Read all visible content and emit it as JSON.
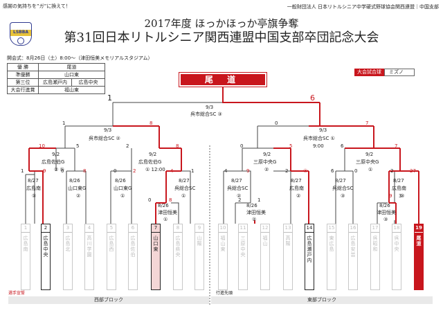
{
  "header": {
    "slogan": "感謝の気持ちを”ガ”に換えて！",
    "organizer": "一般財団法人 日本リトルシニア中学硬式野球協会関西連盟｜中国支部",
    "title_line1": "2017年度 ほっかほっか亭旗争奪",
    "title_line2": "第31回日本リトルシニア関西連盟中国支部卒団記念大会",
    "logo_text": "LSBBA",
    "venue_line": "開会式：8月26日（土）8:00～（津田恒美メモリアルスタジアム）"
  },
  "results": {
    "winner_label": "優 勝",
    "winner": "尾道",
    "runnerup_label": "準優勝",
    "runnerup": "山口東",
    "third_label": "第三位",
    "third_a": "広島瀬戸内",
    "third_b": "広島中央",
    "march_label": "大会行進賞",
    "march": "福山東"
  },
  "best_game": {
    "label": "大会試合球",
    "value": "ミズノ"
  },
  "champion": "尾 道",
  "final": {
    "left_score": "1",
    "right_score": "6",
    "date": "9/3",
    "venue": "呉市総合SC ③"
  },
  "sf_left": {
    "left_score": "1",
    "right_score": "8",
    "date": "9/3",
    "venue": "呉市総合SC ②"
  },
  "sf_right": {
    "left_score": "0",
    "right_score": "7",
    "date": "9/3",
    "venue": "呉市総合SC ①",
    "time": "9:00"
  },
  "qf": [
    {
      "left_score": "10",
      "right_score": "5",
      "date": "9/2",
      "venue": "広島佐伯G",
      "field": "② ①"
    },
    {
      "left_score": "2",
      "right_score": "8",
      "date": "9/2",
      "venue": "広島佐伯G",
      "field": "① 12:00"
    },
    {
      "left_score": "0",
      "right_score": "5",
      "date": "9/2",
      "venue": "三原中央G",
      "field": "②"
    },
    {
      "left_score": "6",
      "right_score": "7",
      "date": "9/2",
      "venue": "三原中央G",
      "field": "①"
    }
  ],
  "r2": [
    {
      "date": "8/27",
      "venue": "広島南",
      "field": "①",
      "ls": "1",
      "rs": "9"
    },
    {
      "date": "8/26",
      "venue": "山口東G",
      "field": "②",
      "ls": "0",
      "rs": "8"
    },
    {
      "date": "8/26",
      "venue": "山口東G",
      "field": "①",
      "ls": "0",
      "rs": "2"
    },
    {
      "date": "8/27",
      "venue": "呉総合SC",
      "field": "①",
      "ls": "4",
      "rs": "1"
    },
    {
      "date": "8/27",
      "venue": "呉総合SC",
      "field": "②",
      "ls": "4",
      "rs": "9"
    },
    {
      "date": "8/27",
      "venue": "広島南",
      "field": "②",
      "ls": "2",
      "rs": "④"
    },
    {
      "date": "8/27",
      "venue": "呉総合SC",
      "field": "③",
      "ls": "6",
      "rs": "0"
    },
    {
      "date": "8/27",
      "venue": "広島南",
      "field": "③",
      "ls": "2",
      "rs": "27"
    }
  ],
  "r1": [
    {
      "date": "8/26",
      "venue": "津田恒美",
      "field": "①",
      "ls": "0",
      "rs": "8"
    },
    {
      "date": "8/26",
      "venue": "津田恒美",
      "field": "②",
      "ls": "2",
      "rs": "1"
    },
    {
      "date": "8/26",
      "venue": "津田恒美",
      "field": "③",
      "ls": "9",
      "rs": "3"
    }
  ],
  "teams": [
    {
      "num": "1",
      "name": "広島南"
    },
    {
      "num": "2",
      "name": "広島中央"
    },
    {
      "num": "3",
      "name": "広島北"
    },
    {
      "num": "4",
      "name": "高川学園"
    },
    {
      "num": "5",
      "name": "広島西"
    },
    {
      "num": "6",
      "name": "広島佐伯"
    },
    {
      "num": "7",
      "name": "山口東"
    },
    {
      "num": "8",
      "name": "広島県央"
    },
    {
      "num": "9",
      "name": "山陽"
    },
    {
      "num": "10",
      "name": "福山東"
    },
    {
      "num": "11",
      "name": "三原中央"
    },
    {
      "num": "12",
      "name": "福山"
    },
    {
      "num": "13",
      "name": "高陽"
    },
    {
      "num": "14",
      "name": "広島瀬戸内"
    },
    {
      "num": "15",
      "name": "東広島"
    },
    {
      "num": "16",
      "name": "広島安芸"
    },
    {
      "num": "17",
      "name": "呉昭和"
    },
    {
      "num": "18",
      "name": "呉中央"
    },
    {
      "num": "19",
      "name": "尾道"
    }
  ],
  "notes": {
    "left": "選手宣誓",
    "right": "行進先頭"
  },
  "blocks": {
    "west": "西部ブロック",
    "east": "東部ブロック"
  },
  "colors": {
    "red": "#c8161d",
    "line": "#444444"
  }
}
